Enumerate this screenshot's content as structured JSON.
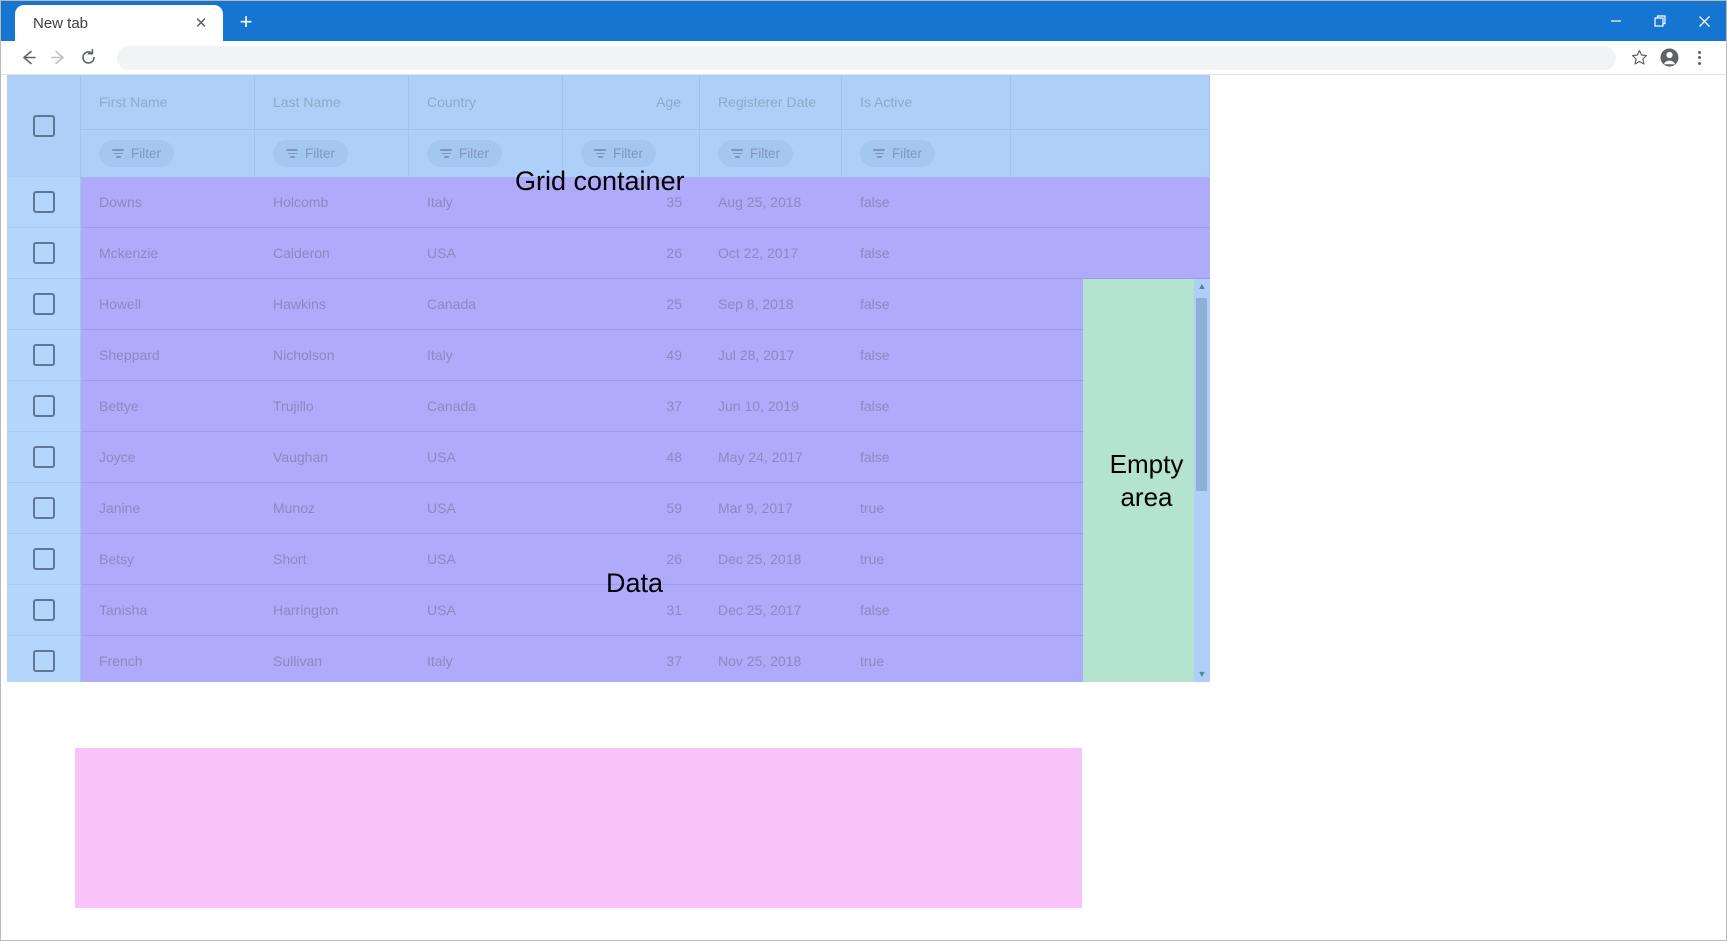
{
  "browser": {
    "tab_title": "New tab",
    "tab_close_icon": "close-icon",
    "new_tab_icon": "plus-icon",
    "back_icon": "arrow-left-icon",
    "forward_icon": "arrow-right-icon",
    "reload_icon": "reload-icon",
    "address_value": "",
    "address_placeholder": "",
    "bookmark_icon": "star-icon",
    "profile_icon": "account-icon",
    "menu_icon": "kebab-menu-icon",
    "minimize_icon": "minimize-icon",
    "maximize_icon": "maximize-icon",
    "close_window_icon": "close-window-icon"
  },
  "labels": {
    "grid_container": "Grid container",
    "data": "Data",
    "empty_area_line1": "Empty",
    "empty_area_line2": "area"
  },
  "grid": {
    "select_all_checkbox": "select-all-checkbox",
    "filter_label": "Filter",
    "columns": [
      {
        "key": "first_name",
        "label": "First Name",
        "align": "left",
        "width": 174
      },
      {
        "key": "last_name",
        "label": "Last Name",
        "align": "left",
        "width": 154
      },
      {
        "key": "country",
        "label": "Country",
        "align": "left",
        "width": 154
      },
      {
        "key": "age",
        "label": "Age",
        "align": "right",
        "width": 137
      },
      {
        "key": "registerer_date",
        "label": "Registerer Date",
        "align": "left",
        "width": 142
      },
      {
        "key": "is_active",
        "label": "Is Active",
        "align": "left",
        "width": 169
      },
      {
        "key": "spacer",
        "label": "",
        "align": "left",
        "width": 170
      }
    ],
    "rows": [
      {
        "first_name": "Downs",
        "last_name": "Holcomb",
        "country": "Italy",
        "age": "35",
        "registerer_date": "Aug 25, 2018",
        "is_active": "false"
      },
      {
        "first_name": "Mckenzie",
        "last_name": "Calderon",
        "country": "USA",
        "age": "26",
        "registerer_date": "Oct 22, 2017",
        "is_active": "false"
      },
      {
        "first_name": "Howell",
        "last_name": "Hawkins",
        "country": "Canada",
        "age": "25",
        "registerer_date": "Sep 8, 2018",
        "is_active": "false"
      },
      {
        "first_name": "Sheppard",
        "last_name": "Nicholson",
        "country": "Italy",
        "age": "49",
        "registerer_date": "Jul 28, 2017",
        "is_active": "false"
      },
      {
        "first_name": "Bettye",
        "last_name": "Trujillo",
        "country": "Canada",
        "age": "37",
        "registerer_date": "Jun 10, 2019",
        "is_active": "false"
      },
      {
        "first_name": "Joyce",
        "last_name": "Vaughan",
        "country": "USA",
        "age": "48",
        "registerer_date": "May 24, 2017",
        "is_active": "false"
      },
      {
        "first_name": "Janine",
        "last_name": "Munoz",
        "country": "USA",
        "age": "59",
        "registerer_date": "Mar 9, 2017",
        "is_active": "true"
      },
      {
        "first_name": "Betsy",
        "last_name": "Short",
        "country": "USA",
        "age": "26",
        "registerer_date": "Dec 25, 2018",
        "is_active": "true"
      },
      {
        "first_name": "Tanisha",
        "last_name": "Harrington",
        "country": "USA",
        "age": "31",
        "registerer_date": "Dec 25, 2017",
        "is_active": "false"
      },
      {
        "first_name": "French",
        "last_name": "Sullivan",
        "country": "Italy",
        "age": "37",
        "registerer_date": "Nov 25, 2018",
        "is_active": "true"
      }
    ],
    "scrollbar": {
      "up_arrow": "▲",
      "down_arrow": "▼"
    }
  },
  "colors": {
    "chrome_blue": "#1675d1",
    "grid_header_blue": "#aed0f8",
    "checkbox_col_blue": "#b4d6fb",
    "data_cell_purple": "#aeabfa",
    "empty_area_green": "#b4e4d0",
    "pink_block": "#f8c3f8"
  }
}
